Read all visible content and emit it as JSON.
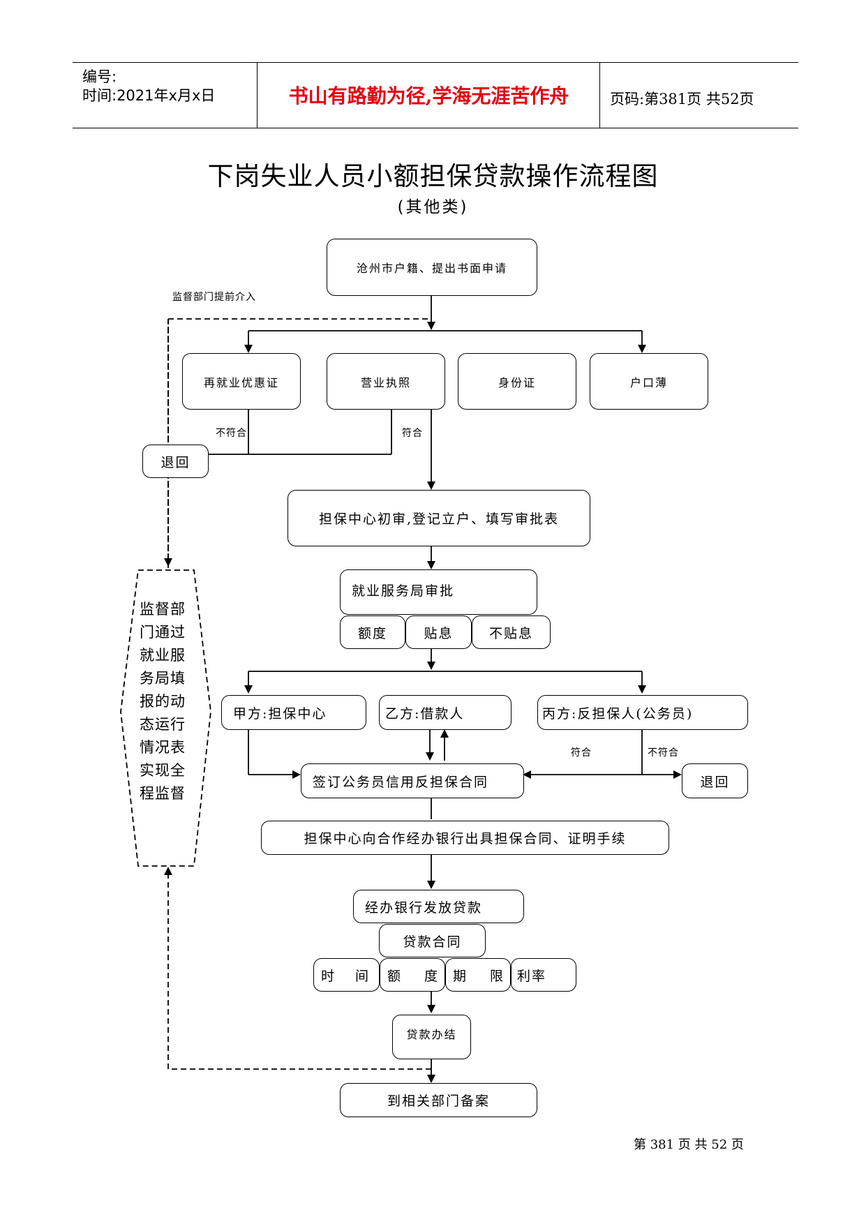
{
  "header": {
    "serial_label": "编号:",
    "time_label": "时间:2021年x月x日",
    "motto": "书山有路勤为径,学海无涯苦作舟",
    "page_info": "页码:第381页 共52页"
  },
  "title": "下岗失业人员小额担保贷款操作流程图",
  "subtitle": "(其他类)",
  "nodes": {
    "apply": "沧州市户籍、提出书面申请",
    "doc_reemploy": "再就业优惠证",
    "doc_license": "营业执照",
    "doc_idcard": "身份证",
    "doc_hukou": "户口薄",
    "return1": "退回",
    "initial_review": "担保中心初审,登记立户、填写审批表",
    "bureau_approval": "就业服务局审批",
    "amount": "额度",
    "subsidy": "贴息",
    "no_subsidy": "不贴息",
    "party_a": "甲方:担保中心",
    "party_b": "乙方:借款人",
    "party_c": "丙方:反担保人(公务员)",
    "sign_contract": "签订公务员信用反担保合同",
    "return2": "退回",
    "issue_contract": "担保中心向合作经办银行出具担保合同、证明手续",
    "bank_loan": "经办银行发放贷款",
    "loan_contract": "贷款合同",
    "time": "时 间",
    "quota": "额 度",
    "term": "期 限",
    "rate": "利率",
    "loan_done": "贷款办结",
    "filing": "到相关部门备案",
    "monitor": "监督部门通过就业服务局填报的动态运行情况表实现全程监督"
  },
  "labels": {
    "early_intervention": "监督部门提前介入",
    "not_qualified_1": "不符合",
    "qualified_1": "符合",
    "qualified_2": "符合",
    "not_qualified_2": "不符合"
  },
  "footer": "第 381 页 共 52 页"
}
